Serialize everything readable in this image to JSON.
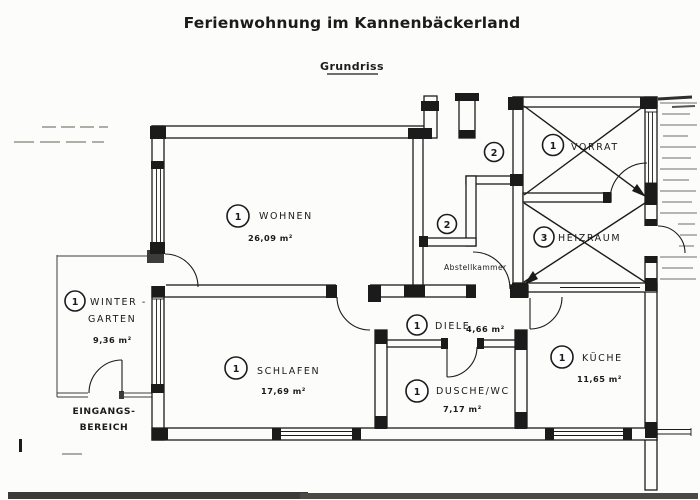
{
  "header": {
    "title": "Ferienwohnung im Kannenbäckerland",
    "subtitle": "Grundriss"
  },
  "rooms": {
    "wohnen": {
      "zone": "1",
      "name": "WOHNEN",
      "area": "26,09 m²"
    },
    "wintergarten": {
      "zone": "1",
      "name_line1": "WINTER -",
      "name_line2": "GARTEN",
      "area": "9,36 m²"
    },
    "schlafen": {
      "zone": "1",
      "name": "SCHLAFEN",
      "area": "17,69 m²"
    },
    "diele": {
      "zone": "1",
      "name": "DIELE",
      "area": "4,66 m²"
    },
    "dusche_wc": {
      "zone": "1",
      "name": "DUSCHE/WC",
      "area": "7,17 m²"
    },
    "kueche": {
      "zone": "1",
      "name": "KÜCHE",
      "area": "11,65 m²"
    },
    "vorrat": {
      "zone": "1",
      "name": "VORRAT"
    },
    "heizraum": {
      "zone": "3",
      "name": "HEIZRAUM"
    },
    "abstellkammer": {
      "name": "Abstellkammer"
    },
    "flur_zone_a": {
      "zone": "2"
    },
    "flur_zone_b": {
      "zone": "2"
    }
  },
  "annotations": {
    "entrance_line1": "EINGANGS-",
    "entrance_line2": "BEREICH"
  },
  "colors": {
    "ink": "#1b1b1b",
    "paper": "#fcfcfa",
    "hatch": "#6e6e6a",
    "scan": "#3a3a36"
  }
}
